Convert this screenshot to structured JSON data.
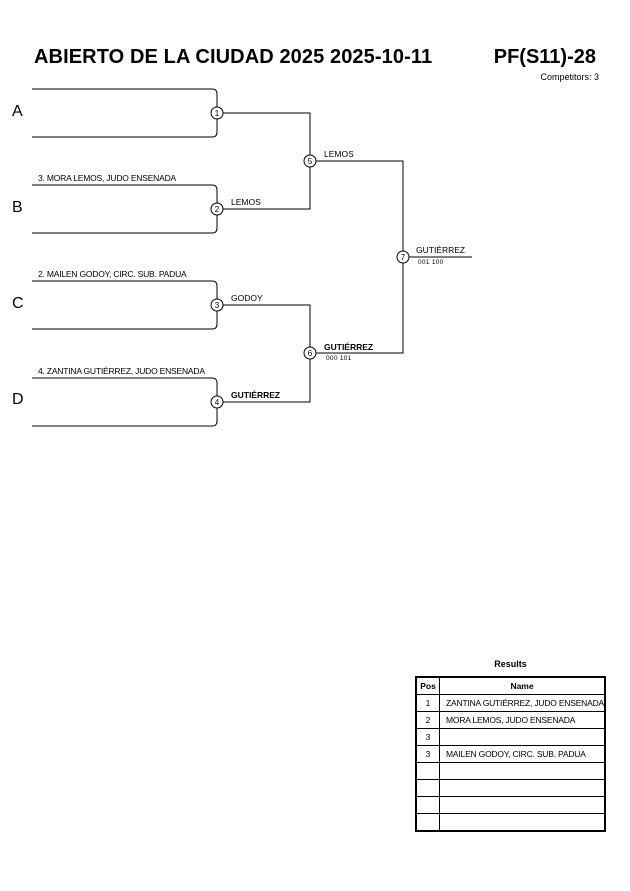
{
  "header": {
    "title": "ABIERTO DE LA CIUDAD 2025  2025-10-11",
    "code": "PF(S11)-28",
    "competitors": "Competitors: 3"
  },
  "pools": [
    "A",
    "B",
    "C",
    "D"
  ],
  "entries": [
    {
      "pool": "A",
      "label": ""
    },
    {
      "pool": "B",
      "label": "3. MORA LEMOS, JUDO ENSENADA"
    },
    {
      "pool": "C",
      "label": "2. MAILEN GODOY, CIRC. SUB. PADUA"
    },
    {
      "pool": "D",
      "label": "4. ZANTINA GUTIÉRREZ, JUDO ENSENADA"
    }
  ],
  "matches": [
    {
      "number": "1",
      "winner": "",
      "score": ""
    },
    {
      "number": "2",
      "winner": "LEMOS",
      "score": ""
    },
    {
      "number": "3",
      "winner": "GODOY",
      "score": ""
    },
    {
      "number": "4",
      "winner": "GUTIÉRREZ",
      "score": ""
    },
    {
      "number": "5",
      "winner": "LEMOS",
      "score": ""
    },
    {
      "number": "6",
      "winner": "GUTIÉRREZ",
      "score": "000   101"
    },
    {
      "number": "7",
      "winner": "GUTIÉRREZ",
      "score": "001   100"
    }
  ],
  "results": {
    "title": "Results",
    "headers": [
      "Pos",
      "Name"
    ],
    "rows": [
      {
        "pos": "1",
        "name": "ZANTINA GUTIÉRREZ, JUDO ENSENADA"
      },
      {
        "pos": "2",
        "name": "MORA LEMOS, JUDO ENSENADA"
      },
      {
        "pos": "3",
        "name": ""
      },
      {
        "pos": "3",
        "name": "MAILEN GODOY, CIRC. SUB. PADUA"
      },
      {
        "pos": "",
        "name": ""
      },
      {
        "pos": "",
        "name": ""
      },
      {
        "pos": "",
        "name": ""
      },
      {
        "pos": "",
        "name": ""
      }
    ]
  }
}
